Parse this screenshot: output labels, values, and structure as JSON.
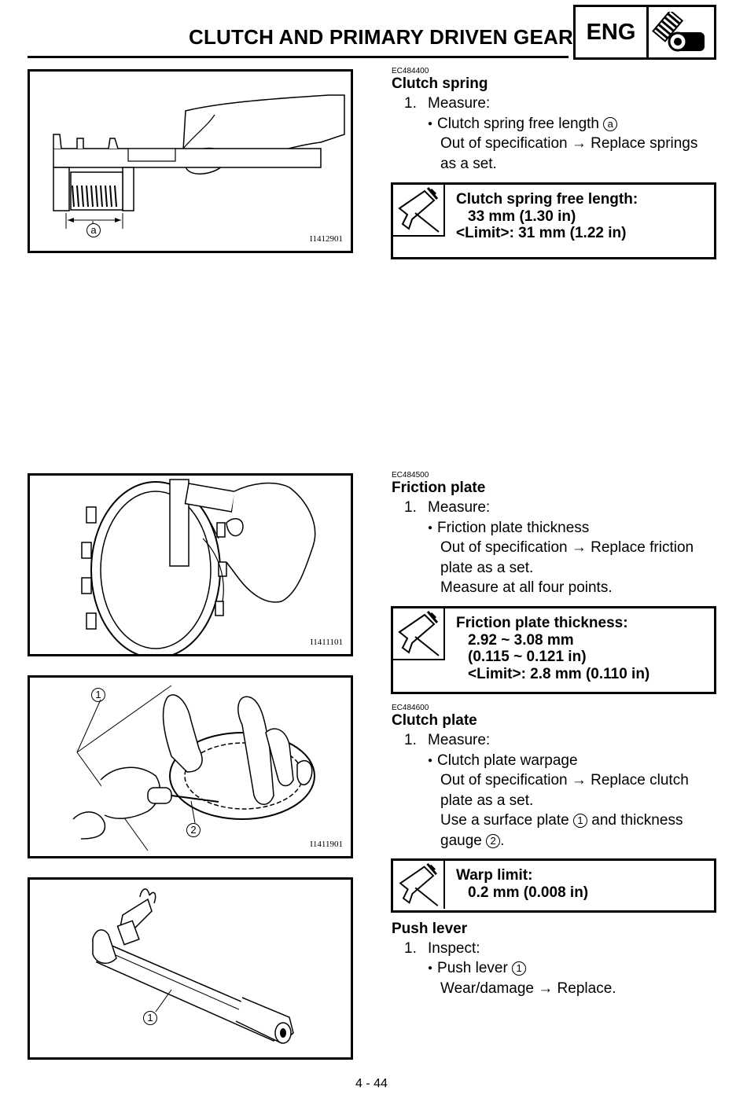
{
  "header": {
    "title": "CLUTCH AND PRIMARY DRIVEN GEAR",
    "section": "ENG"
  },
  "figures": {
    "fig1": {
      "code": "I1412901",
      "label_a": "a"
    },
    "fig2": {
      "code": "I1411101"
    },
    "fig3": {
      "code": "I1411901",
      "label_1": "1",
      "label_2": "2"
    },
    "fig4": {
      "label_1": "1"
    }
  },
  "clutch_spring": {
    "code": "EC484400",
    "heading": "Clutch spring",
    "step": "1.",
    "action": "Measure:",
    "bullet": "Clutch spring free length",
    "ref": "a",
    "line1": "Out of specification → Replace springs",
    "line2": "as a set.",
    "spec_title": "Clutch spring free length:",
    "spec_1": "33 mm (1.30 in)",
    "spec_2": "<Limit>: 31 mm (1.22 in)"
  },
  "friction_plate": {
    "code": "EC484500",
    "heading": "Friction plate",
    "step": "1.",
    "action": "Measure:",
    "bullet": "Friction plate thickness",
    "line1": "Out of specification → Replace friction",
    "line2": "plate as a set.",
    "line3": "Measure at all four points.",
    "spec_title": "Friction plate thickness:",
    "spec_1": "2.92 ~ 3.08 mm",
    "spec_2": "(0.115 ~ 0.121 in)",
    "spec_3": "<Limit>: 2.8 mm (0.110 in)"
  },
  "clutch_plate": {
    "code": "EC484600",
    "heading": "Clutch plate",
    "step": "1.",
    "action": "Measure:",
    "bullet": "Clutch plate warpage",
    "line1": "Out of specification → Replace clutch",
    "line2": "plate as a set.",
    "line3a": "Use a surface plate",
    "ref1": "1",
    "line3b": "and thickness",
    "line4": "gauge",
    "ref2": "2",
    "line4end": ".",
    "spec_title": "Warp limit:",
    "spec_1": "0.2 mm (0.008 in)"
  },
  "push_lever": {
    "heading": "Push lever",
    "step": "1.",
    "action": "Inspect:",
    "bullet": "Push lever",
    "ref": "1",
    "line1": "Wear/damage → Replace."
  },
  "page_number": "4 - 44"
}
